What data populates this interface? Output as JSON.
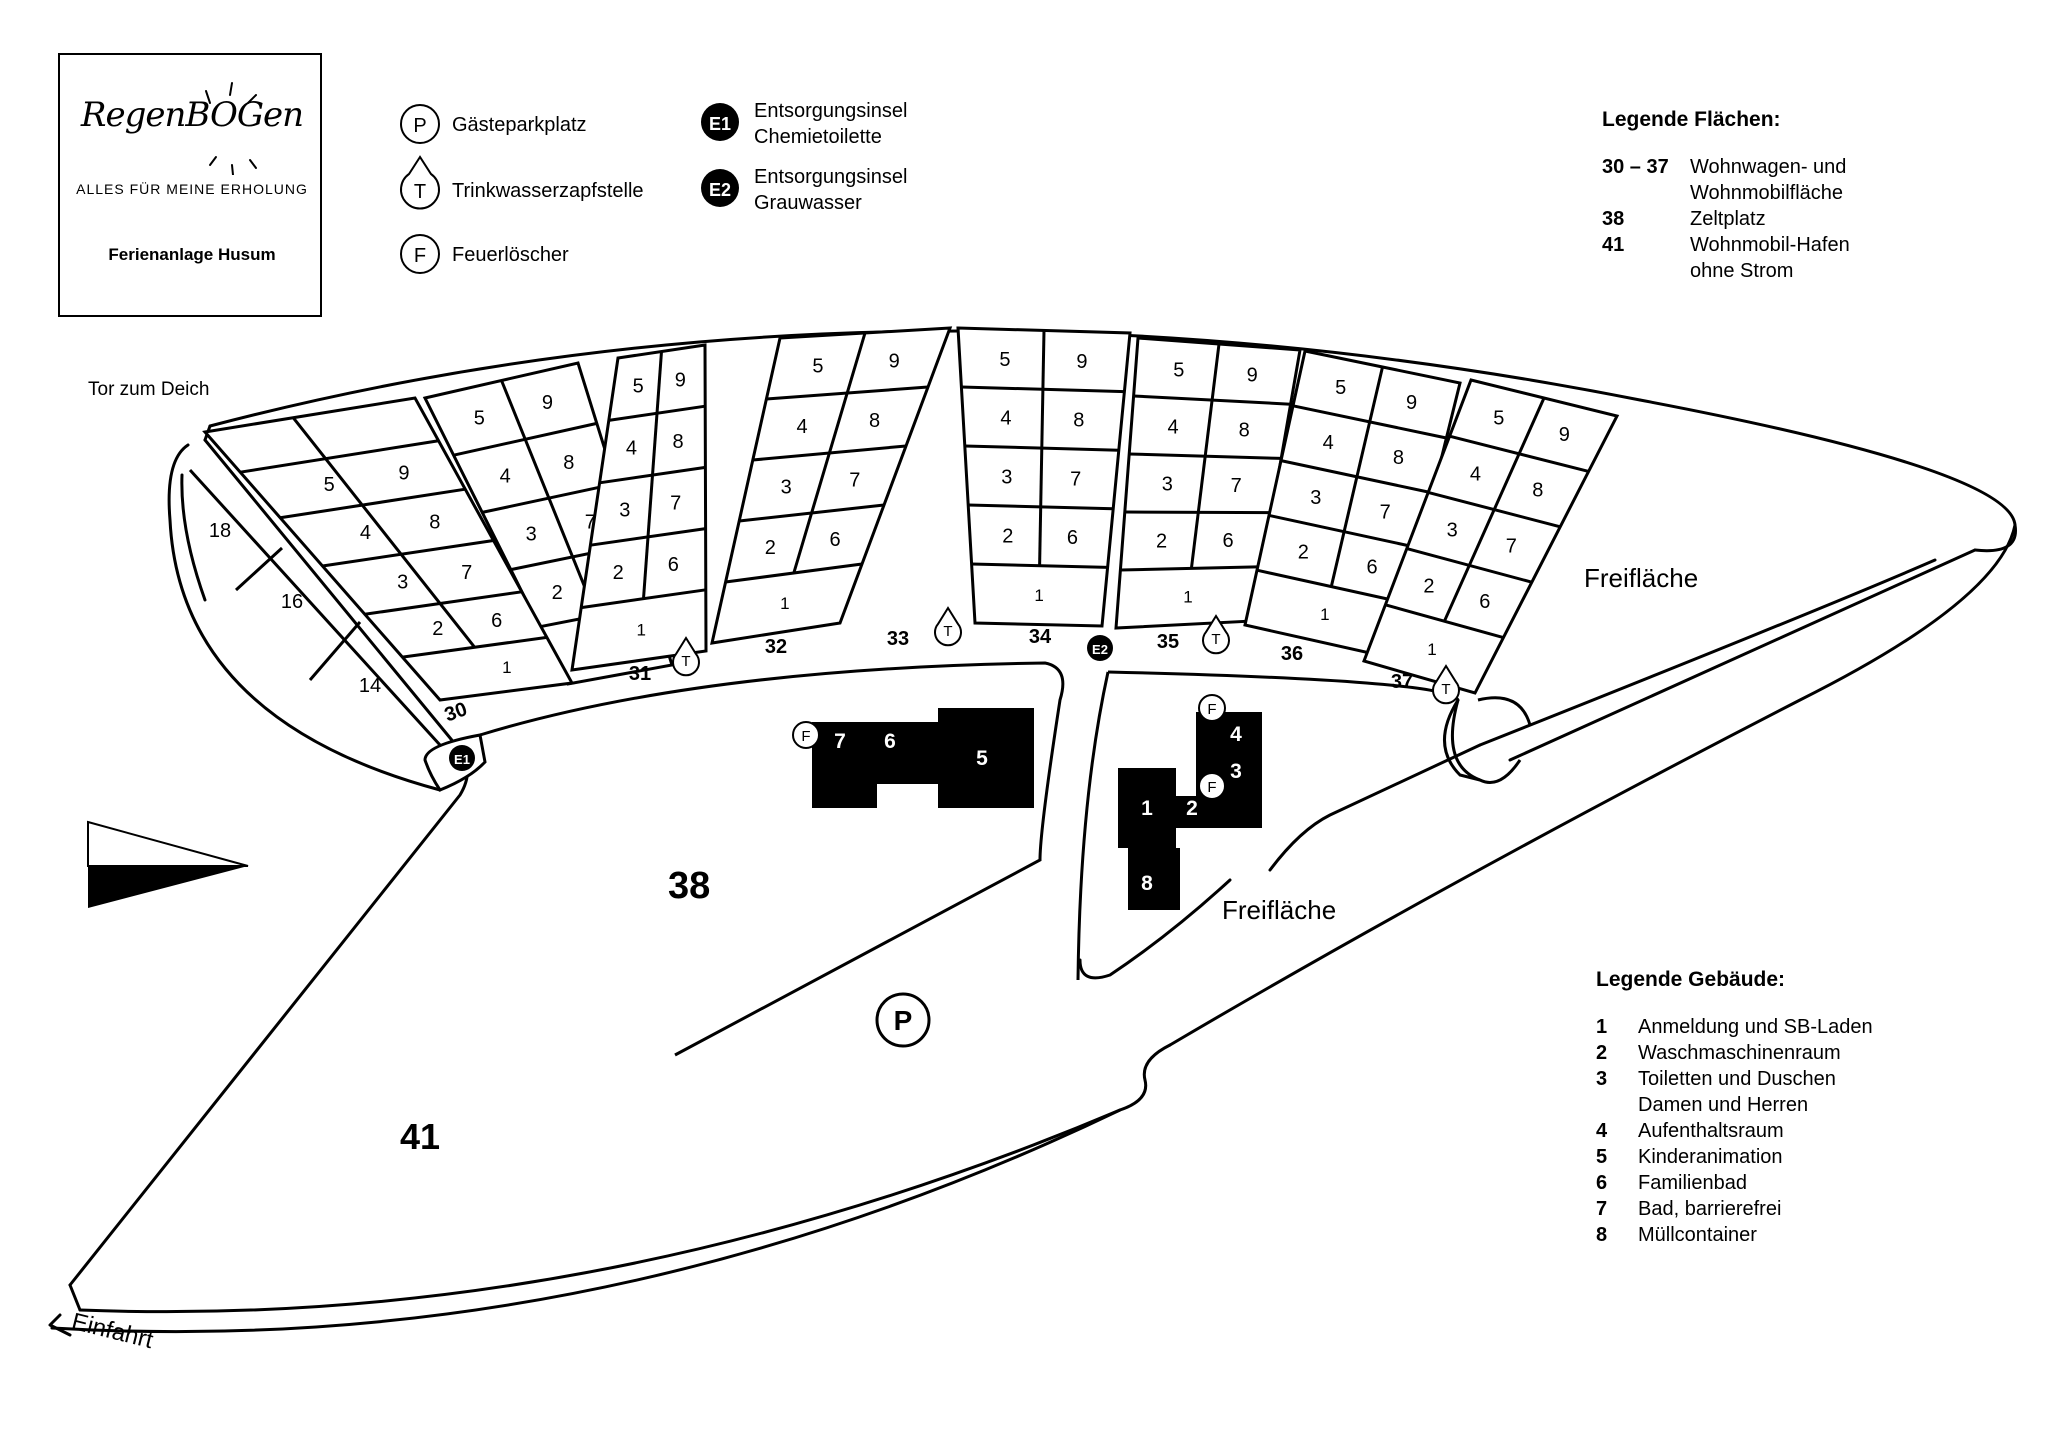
{
  "logo": {
    "wordmark": "RegenBOGen",
    "slogan": "ALLES FÜR MEINE ERHOLUNG",
    "site_name": "Ferienanlage Husum"
  },
  "symbols": [
    {
      "glyph": "P",
      "label": "Gästeparkplatz"
    },
    {
      "glyph": "T",
      "label": "Trinkwasserzapfstelle"
    },
    {
      "glyph": "F",
      "label": "Feuerlöscher"
    },
    {
      "glyph": "E1",
      "label": "Entsorgungsinsel\nChemietoilette"
    },
    {
      "glyph": "E2",
      "label": "Entsorgungsinsel\nGrauwasser"
    }
  ],
  "legend_areas": {
    "title": "Legende Flächen:",
    "items": [
      {
        "key": "30 – 37",
        "text": "Wohnwagen- und\nWohnmobilfläche"
      },
      {
        "key": "38",
        "text": "Zeltplatz"
      },
      {
        "key": "41",
        "text": "Wohnmobil-Hafen\nohne Strom"
      }
    ]
  },
  "legend_buildings": {
    "title": "Legende Gebäude:",
    "items": [
      {
        "key": "1",
        "text": "Anmeldung und SB-Laden"
      },
      {
        "key": "2",
        "text": "Waschmaschinenraum"
      },
      {
        "key": "3",
        "text": "Toiletten und Duschen\nDamen und Herren"
      },
      {
        "key": "4",
        "text": "Aufenthaltsraum"
      },
      {
        "key": "5",
        "text": "Kinderanimation"
      },
      {
        "key": "6",
        "text": "Familienbad"
      },
      {
        "key": "7",
        "text": "Bad, barrierefrei"
      },
      {
        "key": "8",
        "text": "Müllcontainer"
      }
    ]
  },
  "map": {
    "gate_label": "Tor zum Deich",
    "entrance_label": "Einfahrt",
    "free_area_label": "Freifläche",
    "tent_area_number": "38",
    "mobile_harbor_number": "41",
    "parking_glyph": "P",
    "water_glyph": "T",
    "extinguisher_glyph": "F",
    "disposal_e1": "E1",
    "disposal_e2": "E2",
    "block_numbers": [
      "30",
      "31",
      "32",
      "33",
      "34",
      "35",
      "36",
      "37"
    ],
    "plot_numbers": [
      "1",
      "2",
      "3",
      "4",
      "5",
      "6",
      "7",
      "8",
      "9"
    ],
    "block30_side_plots": [
      "18",
      "16",
      "14"
    ],
    "building_numbers": [
      "1",
      "2",
      "3",
      "4",
      "5",
      "6",
      "7",
      "8"
    ]
  }
}
